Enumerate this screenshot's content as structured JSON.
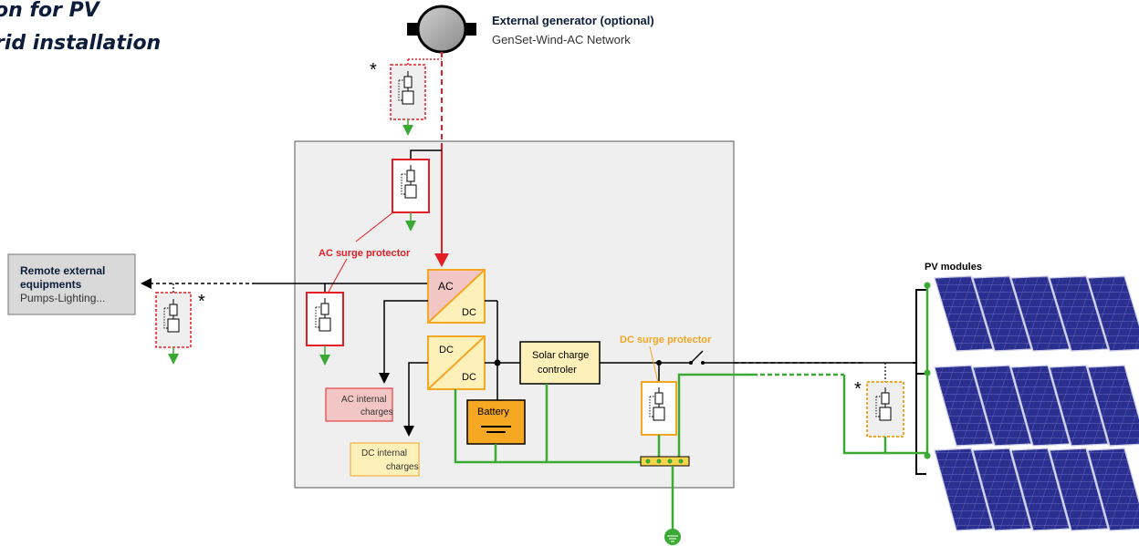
{
  "title": {
    "line1": "on for PV",
    "line2": "rid installation"
  },
  "generator": {
    "label": "External generator (optional)",
    "sublabel": "GenSet-Wind-AC Network"
  },
  "remote": {
    "label_line1": "Remote external",
    "label_line2": "equipments",
    "label_line3": "Pumps-Lighting..."
  },
  "labels": {
    "ac_surge": "AC surge protector",
    "dc_surge": "DC surge protector",
    "pv_modules": "PV modules",
    "ac_internal_1": "AC internal",
    "ac_internal_2": "charges",
    "dc_internal_1": "DC internal",
    "dc_internal_2": "charges",
    "battery": "Battery",
    "solar_1": "Solar charge",
    "solar_2": "controler",
    "inv_ac_top": "AC",
    "inv_ac_bottom": "DC",
    "conv_dc_top": "DC",
    "conv_dc_bottom": "DC",
    "asterisk": "*"
  },
  "colors": {
    "ac_red": "#e31e24",
    "dc_orange": "#f5a623",
    "earth_green": "#3aaa35",
    "panel_blue": "#2b2f8f",
    "enclosure_bg": "#efefef",
    "battery_fill": "#f7a823",
    "inverter_pink": "#f3c6c6",
    "converter_yellow": "#fdf0b8"
  }
}
